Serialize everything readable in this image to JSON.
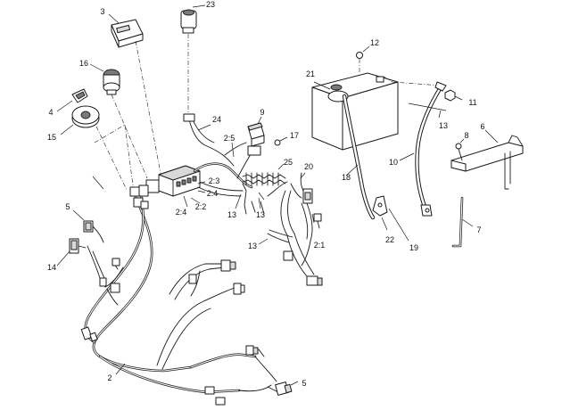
{
  "callouts": {
    "c3": "3",
    "c23": "23",
    "c16": "16",
    "c4": "4",
    "c15": "15",
    "c24": "24",
    "c9": "9",
    "c17": "17",
    "c2_5": "2:5",
    "c25": "25",
    "c20": "20",
    "c2_3": "2:3",
    "c2_4a": "2:4",
    "c2_4b": "2:4",
    "c2_2": "2:2",
    "c13a": "13",
    "c13b": "13",
    "c13c": "13",
    "c13d": "13",
    "c2_1": "2:1",
    "c5a": "5",
    "c14": "14",
    "c2": "2",
    "c5b": "5",
    "c12": "12",
    "c21": "21",
    "c11": "11",
    "c8": "8",
    "c6": "6",
    "c10": "10",
    "c18": "18",
    "c22": "22",
    "c19": "19",
    "c7": "7"
  },
  "icons": {
    "hour_meter": "hour-meter-icon",
    "power_socket": "power-socket-icon",
    "key_switch": "key-switch-icon",
    "battery": "battery-icon",
    "relay": "relay-icon",
    "fuse_block": "fuse-block-icon"
  },
  "colors": {
    "line": "#1a1a1a",
    "background": "#ffffff",
    "shade": "#d9d9d9"
  }
}
